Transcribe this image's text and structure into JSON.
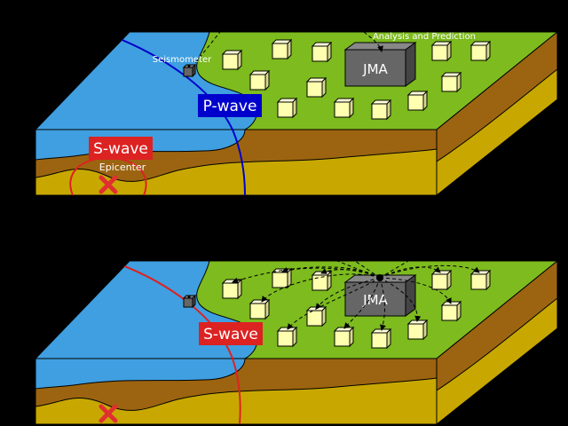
{
  "panels": [
    {
      "id": "top",
      "labels": {
        "seismometer": "Seismometer",
        "analysis": "Analysis and Prediction",
        "jma": "JMA",
        "p_wave": "P-wave",
        "s_wave": "S-wave",
        "epicenter": "Epicenter"
      }
    },
    {
      "id": "bottom",
      "labels": {
        "jma": "JMA",
        "s_wave": "S-wave"
      }
    }
  ],
  "colors": {
    "background": "#000000",
    "land": "#7dbb1e",
    "sea": "#3f9fe0",
    "soil": "#9c6410",
    "rock": "#c8a800",
    "building": "#ffffb0",
    "jma_box": "#666666",
    "p_wave": "#0000cc",
    "s_wave": "#dd2222",
    "epicenter_mark": "#e03030"
  },
  "icons": [
    "seismometer-icon",
    "epicenter-x-icon",
    "building-icon",
    "jma-building-icon"
  ]
}
